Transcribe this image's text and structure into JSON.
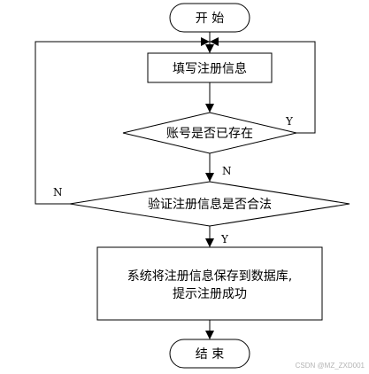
{
  "flowchart": {
    "start": "开 始",
    "fill_info": "填写注册信息",
    "check_exists": "账号是否已存在",
    "validate": "验证注册信息是否合法",
    "save_line1": "系统将注册信息保存到数据库,",
    "save_line2": "提示注册成功",
    "end": "结 束",
    "labels": {
      "exists_yes": "Y",
      "exists_no": "N",
      "valid_no": "N",
      "valid_yes": "Y"
    }
  },
  "watermark": "CSDN @MZ_ZXD001",
  "colors": {
    "stroke": "#000000",
    "background": "#ffffff",
    "watermark": "#b3b3b3"
  }
}
